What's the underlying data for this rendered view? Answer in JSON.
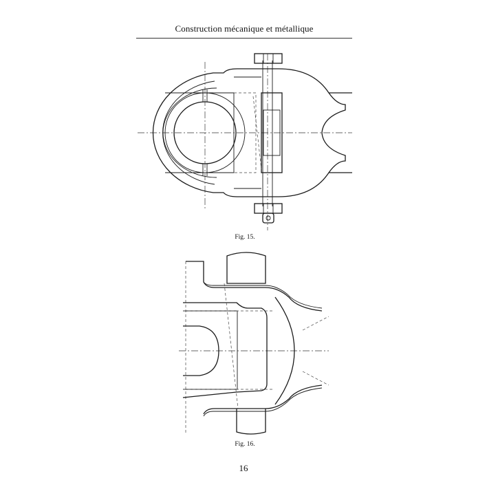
{
  "header": {
    "title": "Construction mécanique et métallique"
  },
  "figures": [
    {
      "caption": "Fig. 15."
    },
    {
      "caption": "Fig. 16."
    }
  ],
  "footer": {
    "page_number": "16"
  }
}
